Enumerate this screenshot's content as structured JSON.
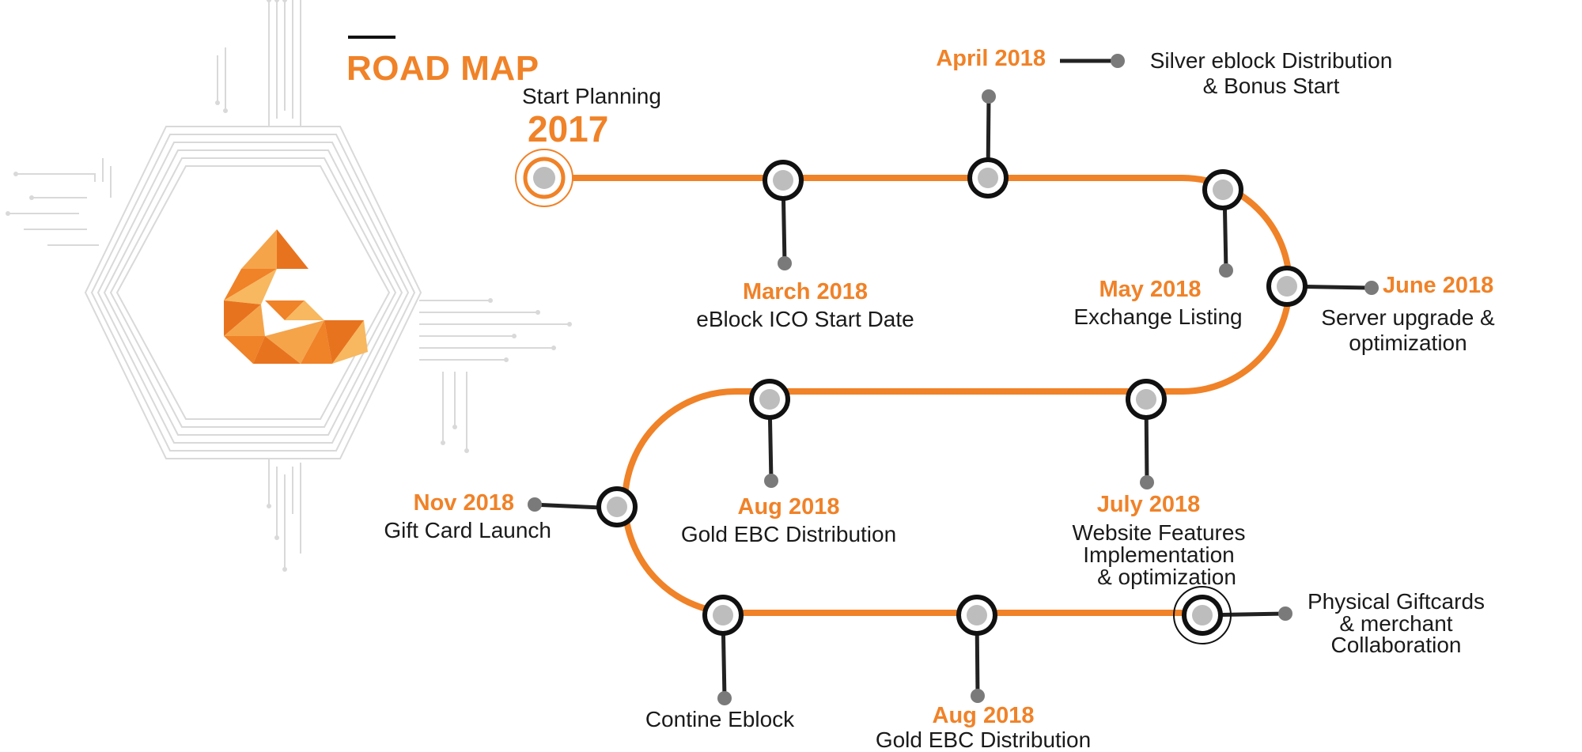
{
  "title": "ROAD MAP",
  "accent_color": "#f08228",
  "line_color": "#111111",
  "node_fill": "#bdbdbd",
  "logo_icon": "e-logo-icon",
  "start": {
    "label": "Start Planning",
    "year": "2017"
  },
  "milestones": [
    {
      "date": "March 2018",
      "text": [
        "eBlock ICO Start Date"
      ]
    },
    {
      "date": "April 2018",
      "text": [
        "Silver eblock Distribution",
        "& Bonus Start"
      ]
    },
    {
      "date": "May 2018",
      "text": [
        "Exchange Listing"
      ]
    },
    {
      "date": "June 2018",
      "text": [
        "Server upgrade &",
        "optimization"
      ]
    },
    {
      "date": "July 2018",
      "text": [
        "Website Features",
        "Implementation",
        "& optimization"
      ]
    },
    {
      "date": "Aug 2018",
      "text": [
        "Gold EBC Distribution"
      ]
    },
    {
      "date": "Nov 2018",
      "text": [
        "Gift Card Launch"
      ]
    },
    {
      "date": "",
      "text": [
        "Contine Eblock"
      ]
    },
    {
      "date": "Aug 2018",
      "text": [
        "Gold EBC Distribution"
      ]
    },
    {
      "date": "",
      "text": [
        "Physical Giftcards",
        "& merchant",
        "Collaboration"
      ]
    }
  ]
}
